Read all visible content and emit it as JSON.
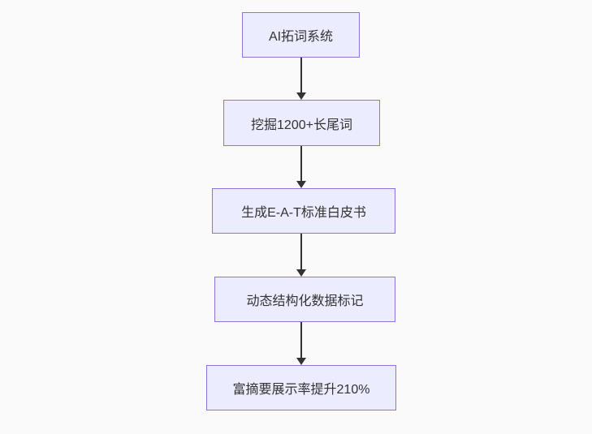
{
  "flowchart": {
    "type": "flowchart-top-down",
    "nodes": [
      {
        "id": "node-0",
        "label": "AI拓词系统"
      },
      {
        "id": "node-1",
        "label": "挖掘1200+长尾词"
      },
      {
        "id": "node-2",
        "label": "生成E-A-T标准白皮书"
      },
      {
        "id": "node-3",
        "label": "动态结构化数据标记"
      },
      {
        "id": "node-4",
        "label": "富摘要展示率提升210%"
      }
    ],
    "edges": [
      {
        "from": "node-0",
        "to": "node-1",
        "style": "arrow-down"
      },
      {
        "from": "node-1",
        "to": "node-2",
        "style": "arrow-down"
      },
      {
        "from": "node-2",
        "to": "node-3",
        "style": "arrow-down"
      },
      {
        "from": "node-3",
        "to": "node-4",
        "style": "arrow-down"
      }
    ],
    "colors": {
      "node_fill": "#ECECFF",
      "node_border": "#9370DB",
      "node_text": "#333333",
      "arrow": "#333333",
      "background": "#fafafa"
    }
  }
}
